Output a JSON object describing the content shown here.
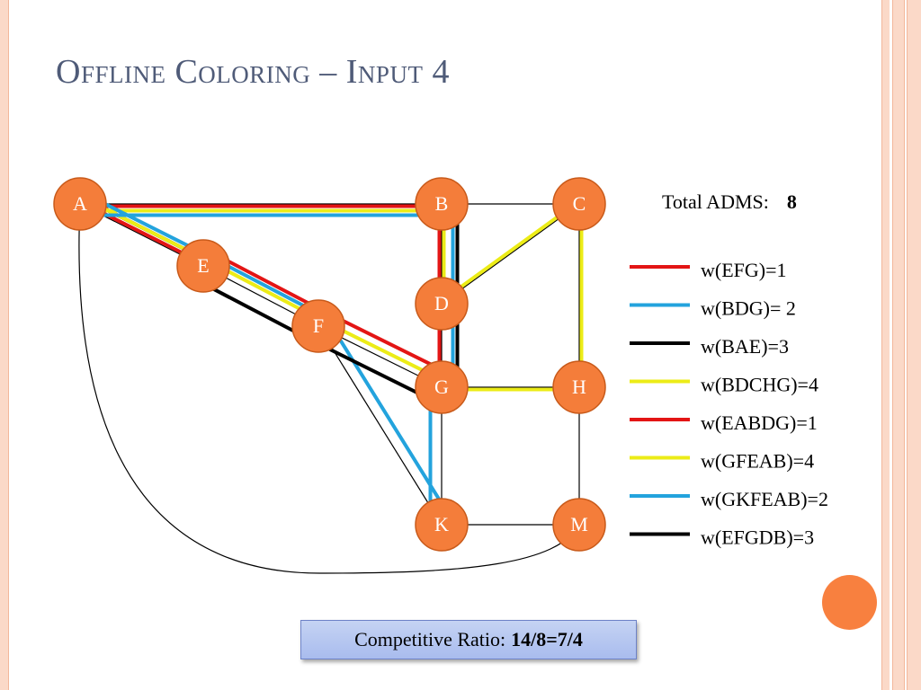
{
  "title": "Offline Coloring – Input 4",
  "colors": {
    "node_fill": "#f47d3a",
    "node_stroke": "#c85a1a",
    "red": "#e31515",
    "blue": "#23a3dd",
    "black": "#000000",
    "yellow": "#ecec17",
    "title_color": "#4f5b78",
    "ratio_box": "#b3c4f0"
  },
  "graph": {
    "nodes": [
      {
        "id": "A",
        "label": "A"
      },
      {
        "id": "B",
        "label": "B"
      },
      {
        "id": "C",
        "label": "C"
      },
      {
        "id": "D",
        "label": "D"
      },
      {
        "id": "E",
        "label": "E"
      },
      {
        "id": "F",
        "label": "F"
      },
      {
        "id": "G",
        "label": "G"
      },
      {
        "id": "H",
        "label": "H"
      },
      {
        "id": "K",
        "label": "K"
      },
      {
        "id": "M",
        "label": "M"
      }
    ],
    "edges": [
      [
        "A",
        "B"
      ],
      [
        "B",
        "C"
      ],
      [
        "B",
        "D"
      ],
      [
        "D",
        "G"
      ],
      [
        "D",
        "C"
      ],
      [
        "C",
        "H"
      ],
      [
        "G",
        "H"
      ],
      [
        "A",
        "E"
      ],
      [
        "E",
        "F"
      ],
      [
        "F",
        "G"
      ],
      [
        "F",
        "K"
      ],
      [
        "G",
        "K"
      ],
      [
        "K",
        "M"
      ],
      [
        "H",
        "M"
      ],
      [
        "A",
        "M"
      ]
    ]
  },
  "paths": [
    {
      "label": "w(EFG)=1",
      "color": "red",
      "nodes": [
        "E",
        "F",
        "G"
      ]
    },
    {
      "label": "w(BDG)= 2",
      "color": "blue",
      "nodes": [
        "B",
        "D",
        "G"
      ]
    },
    {
      "label": "w(BAE)=3",
      "color": "black",
      "nodes": [
        "B",
        "A",
        "E"
      ]
    },
    {
      "label": "w(BDCHG)=4",
      "color": "yellow",
      "nodes": [
        "B",
        "D",
        "C",
        "H",
        "G"
      ]
    },
    {
      "label": "w(EABDG)=1",
      "color": "red",
      "nodes": [
        "E",
        "A",
        "B",
        "D",
        "G"
      ]
    },
    {
      "label": "w(GFEAB)=4",
      "color": "yellow",
      "nodes": [
        "G",
        "F",
        "E",
        "A",
        "B"
      ]
    },
    {
      "label": "w(GKFEAB)=2",
      "color": "blue",
      "nodes": [
        "G",
        "K",
        "F",
        "E",
        "A",
        "B"
      ]
    },
    {
      "label": "w(EFGDB)=3",
      "color": "black",
      "nodes": [
        "E",
        "F",
        "G",
        "D",
        "B"
      ]
    }
  ],
  "total": {
    "label": "Total ADMS:",
    "value": "8"
  },
  "ratio": {
    "label": "Competitive Ratio:",
    "value": "14/8=7/4"
  }
}
